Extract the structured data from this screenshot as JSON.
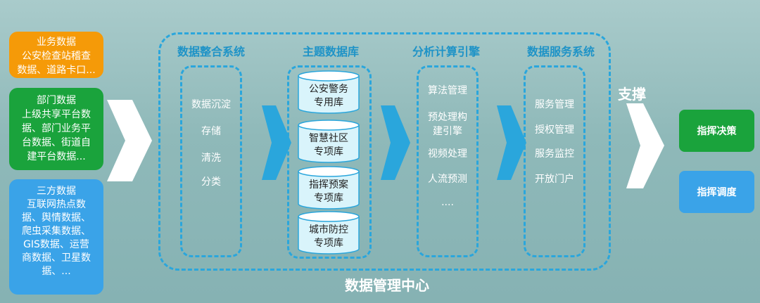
{
  "colors": {
    "orange": "#f59a08",
    "green": "#1aa33c",
    "blue": "#3aa3e8",
    "dash": "#2aa6dc",
    "section_title": "#1e93c7"
  },
  "sources": [
    {
      "title": "业务数据",
      "lines": [
        "公安检查站稽查",
        "数据、道路卡口..."
      ]
    },
    {
      "title": "部门数据",
      "lines": [
        "上级共享平台数",
        "据、部门业务平",
        "台数据、街道自",
        "建平台数据..."
      ]
    },
    {
      "title": "三方数据",
      "lines": [
        "互联网热点数",
        "据、舆情数据、",
        "爬虫采集数据、",
        "GIS数据、运营",
        "商数据、卫星数",
        "据、..."
      ]
    }
  ],
  "integration": {
    "title": "数据整合系统",
    "items": [
      "数据沉淀",
      "存储",
      "清洗",
      "分类"
    ]
  },
  "theme_db": {
    "title": "主题数据库",
    "dbs": [
      [
        "公安警务",
        "专用库"
      ],
      [
        "智慧社区",
        "专项库"
      ],
      [
        "指挥预案",
        "专项库"
      ],
      [
        "城市防控",
        "专项库"
      ]
    ]
  },
  "engine": {
    "title": "分析计算引擎",
    "items": [
      "算法管理",
      "预处理构",
      "建引擎",
      "视频处理",
      "人流预测",
      "...."
    ]
  },
  "service": {
    "title": "数据服务系统",
    "items": [
      "服务管理",
      "授权管理",
      "服务监控",
      "开放门户"
    ]
  },
  "center_label": "数据管理中心",
  "support_label": "支撑",
  "outputs": [
    "指挥决策",
    "指挥调度"
  ]
}
